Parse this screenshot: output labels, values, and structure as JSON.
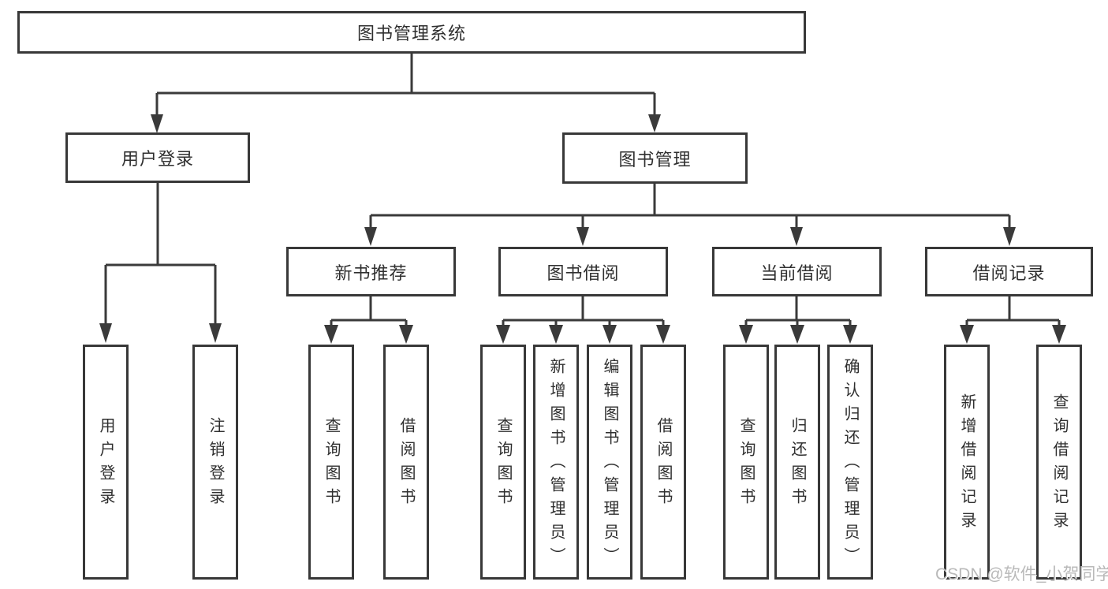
{
  "diagram": {
    "root": {
      "label": "图书管理系统"
    },
    "branches": [
      {
        "label": "用户登录",
        "leaves": [
          {
            "label": "用户登录"
          },
          {
            "label": "注销登录"
          }
        ]
      },
      {
        "label": "图书管理",
        "sections": [
          {
            "label": "新书推荐",
            "leaves": [
              {
                "label": "查询图书"
              },
              {
                "label": "借阅图书"
              }
            ]
          },
          {
            "label": "图书借阅",
            "leaves": [
              {
                "label": "查询图书"
              },
              {
                "label": "新增图书（管理员）"
              },
              {
                "label": "编辑图书（管理员）"
              },
              {
                "label": "借阅图书"
              }
            ]
          },
          {
            "label": "当前借阅",
            "leaves": [
              {
                "label": "查询图书"
              },
              {
                "label": "归还图书"
              },
              {
                "label": "确认归还（管理员）"
              }
            ]
          },
          {
            "label": "借阅记录",
            "leaves": [
              {
                "label": "新增借阅记录"
              },
              {
                "label": "查询借阅记录"
              }
            ]
          }
        ]
      }
    ]
  },
  "watermark": {
    "text": "CSDN @软件_小贺同学"
  },
  "colors": {
    "background": "#ffffff",
    "line": "#3a3a3a",
    "box_border": "#383838",
    "text": "#2f2f2f",
    "watermark": "#b9b9b9"
  }
}
